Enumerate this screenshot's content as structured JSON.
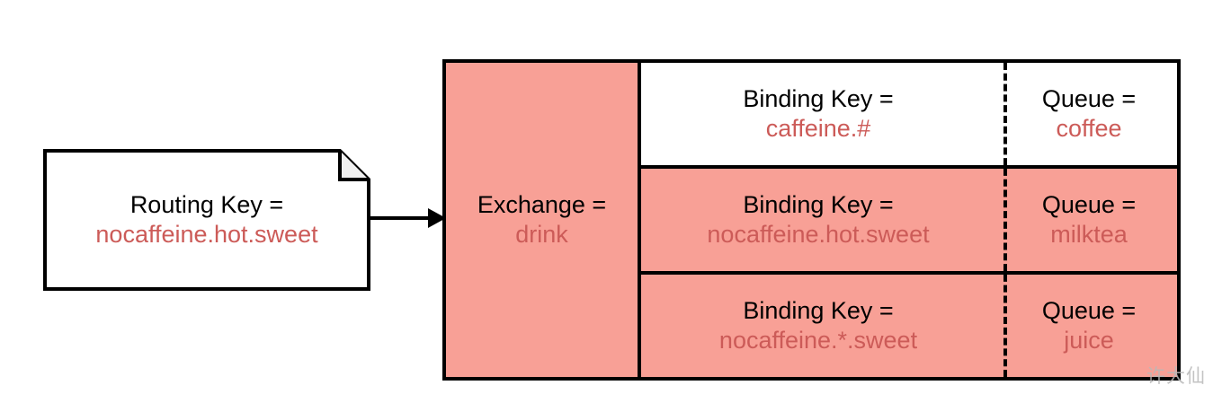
{
  "diagram": {
    "type": "rabbitmq-topic-exchange-routing",
    "colors": {
      "fill_pink": "#f8a096",
      "value_red": "#cc5b58",
      "stroke_black": "#000000",
      "background_white": "#ffffff",
      "watermark_gray": "#b9b9b9"
    },
    "message_note": {
      "label": "Routing Key =",
      "value": "nocaffeine.hot.sweet"
    },
    "arrow": {
      "direction": "right",
      "from": "message_note",
      "to": "exchange"
    },
    "exchange": {
      "label": "Exchange =",
      "value": "drink"
    },
    "binding_rows": [
      {
        "binding_label": "Binding Key =",
        "binding_value": "caffeine.#",
        "queue_label": "Queue =",
        "queue_value": "coffee",
        "matched": false
      },
      {
        "binding_label": "Binding Key =",
        "binding_value": "nocaffeine.hot.sweet",
        "queue_label": "Queue =",
        "queue_value": "milktea",
        "matched": true
      },
      {
        "binding_label": "Binding Key =",
        "binding_value": "nocaffeine.*.sweet",
        "queue_label": "Queue =",
        "queue_value": "juice",
        "matched": true
      }
    ],
    "watermark": "许大仙"
  }
}
